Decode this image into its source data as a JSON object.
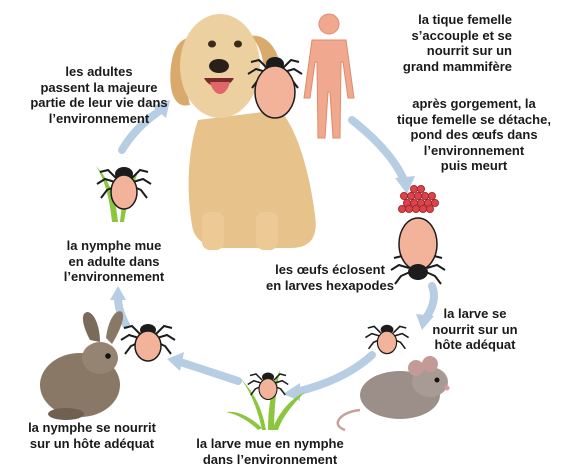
{
  "steps": {
    "female_attaches": "la tique femelle\ns’accouple et se\nnourrit sur un\ngrand mammifère",
    "female_detaches": "après gorgement, la\ntique femelle se détache,\npond des œufs dans\nl’environnement\npuis meurt",
    "eggs_hatch": "les œufs éclosent\nen larves hexapodes",
    "larva_feeds": "la larve se\nnourrit sur un\nhôte adéquat",
    "larva_molts": "la larve mue en nymphe\ndans l’environnement",
    "nymph_feeds": "la nymphe se nourrit\nsur un hôte adéquat",
    "nymph_molts": "la nymphe mue\nen adulte dans\nl’environnement",
    "adults_live": "les adultes\npassent la majeure\npartie de leur vie dans\nl’environnement"
  },
  "colors": {
    "arrow": "#b7cde3",
    "tick_abdomen": "#f2b39a",
    "tick_body": "#1c1c1c",
    "eggs": "#d9434a",
    "human": "#f0a98e",
    "grass": "#8cc63f",
    "dog": "#e9c792",
    "rabbit": "#8a7866",
    "mouse": "#9c8f89"
  },
  "icons": [
    "dog-icon",
    "human-icon",
    "rabbit-icon",
    "mouse-icon",
    "tick-icon",
    "egg-cluster-icon",
    "grass-icon"
  ]
}
